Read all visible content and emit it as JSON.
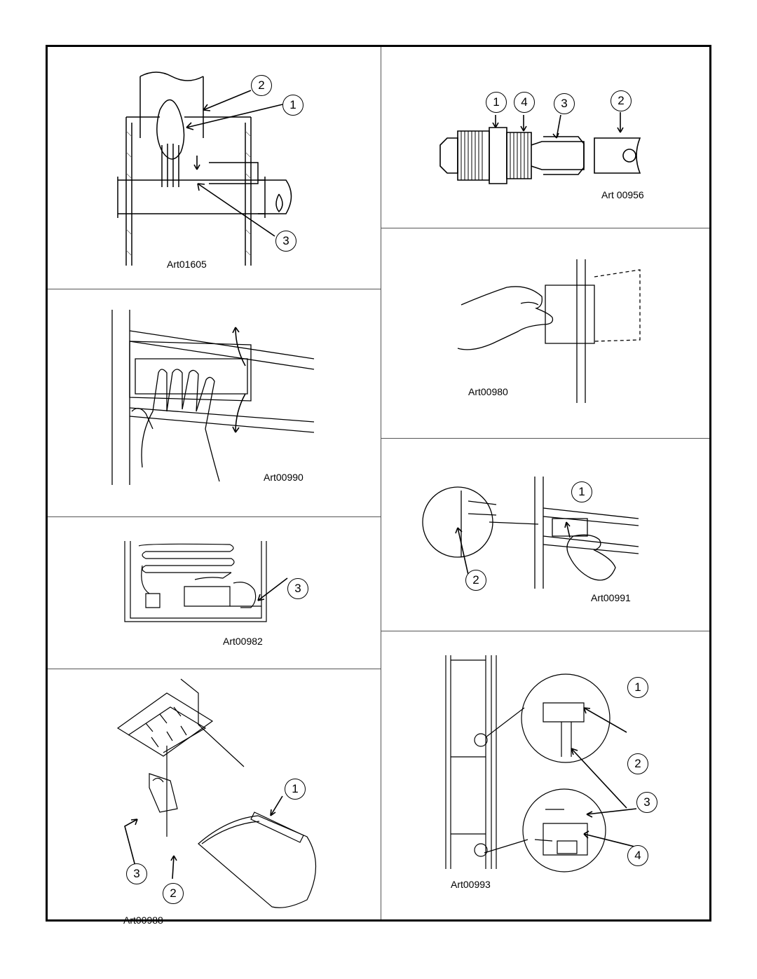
{
  "panels": {
    "burner_flame": {
      "art_label": "Art01605",
      "callouts": [
        "2",
        "1",
        "3"
      ]
    },
    "flare_fitting": {
      "art_label": "Art 00956",
      "callouts": [
        "1",
        "4",
        "3",
        "2"
      ]
    },
    "hand_cover": {
      "art_label": "Art00980"
    },
    "shelf_grip": {
      "art_label": "Art00990"
    },
    "light_switch": {
      "art_label": "Art00991",
      "callouts": [
        "1",
        "2"
      ]
    },
    "rear_view": {
      "art_label": "Art00982",
      "callouts": [
        "3"
      ]
    },
    "lamp_cover": {
      "art_label": "Art00988",
      "callouts": [
        "1",
        "3",
        "2"
      ]
    },
    "fridge_detail": {
      "art_label": "Art00993",
      "callouts": [
        "1",
        "2",
        "3",
        "4"
      ]
    }
  }
}
